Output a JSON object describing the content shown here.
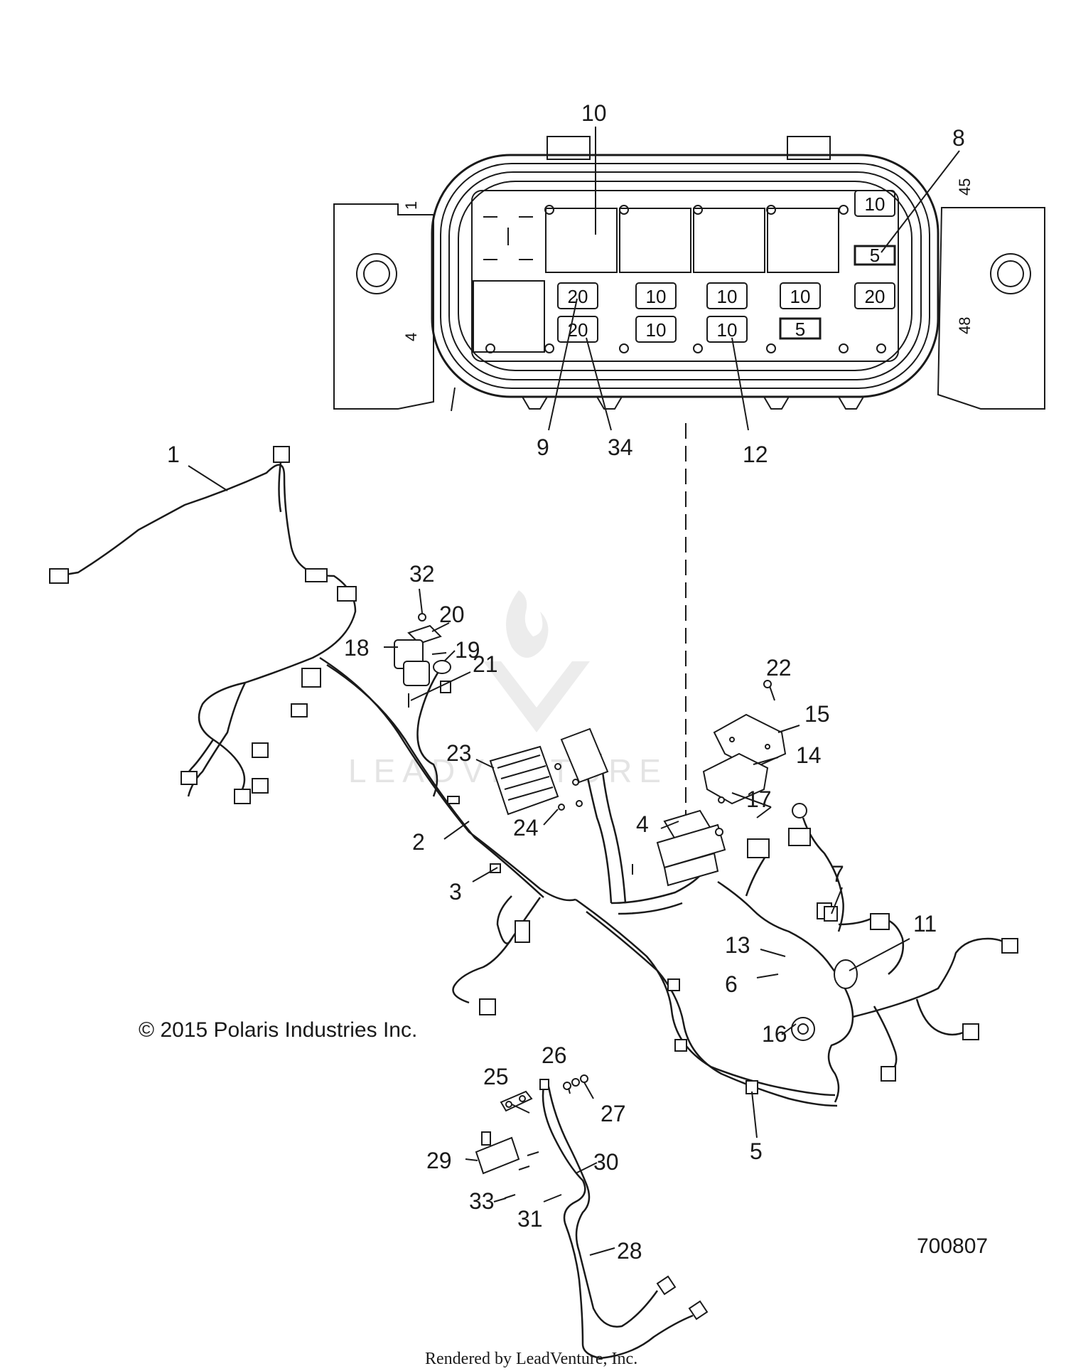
{
  "diagram": {
    "callouts": [
      {
        "id": "1",
        "text": "1"
      },
      {
        "id": "2",
        "text": "2"
      },
      {
        "id": "3",
        "text": "3"
      },
      {
        "id": "4",
        "text": "4"
      },
      {
        "id": "5",
        "text": "5"
      },
      {
        "id": "6",
        "text": "6"
      },
      {
        "id": "7",
        "text": "7"
      },
      {
        "id": "8",
        "text": "8"
      },
      {
        "id": "9",
        "text": "9"
      },
      {
        "id": "10",
        "text": "10"
      },
      {
        "id": "11",
        "text": "11"
      },
      {
        "id": "12",
        "text": "12"
      },
      {
        "id": "13",
        "text": "13"
      },
      {
        "id": "14",
        "text": "14"
      },
      {
        "id": "15",
        "text": "15"
      },
      {
        "id": "16",
        "text": "16"
      },
      {
        "id": "17",
        "text": "17"
      },
      {
        "id": "18",
        "text": "18"
      },
      {
        "id": "19",
        "text": "19"
      },
      {
        "id": "20",
        "text": "20"
      },
      {
        "id": "21",
        "text": "21"
      },
      {
        "id": "22",
        "text": "22"
      },
      {
        "id": "23",
        "text": "23"
      },
      {
        "id": "24",
        "text": "24"
      },
      {
        "id": "25",
        "text": "25"
      },
      {
        "id": "26",
        "text": "26"
      },
      {
        "id": "27",
        "text": "27"
      },
      {
        "id": "28",
        "text": "28"
      },
      {
        "id": "29",
        "text": "29"
      },
      {
        "id": "30",
        "text": "30"
      },
      {
        "id": "31",
        "text": "31"
      },
      {
        "id": "32",
        "text": "32"
      },
      {
        "id": "33",
        "text": "33"
      },
      {
        "id": "34",
        "text": "34"
      }
    ],
    "fuse_box": {
      "fuse_labels": {
        "r1": "10",
        "r2": "5",
        "m1": "20",
        "m2": "10",
        "m3": "10",
        "m4": "10",
        "m5": "20",
        "b1": "20",
        "b2": "10",
        "b3": "10",
        "b4": "5"
      },
      "pin_labels": {
        "top_left": "1",
        "bottom_left": "4",
        "top_right": "45",
        "bottom_right": "48"
      }
    },
    "copyright": "© 2015 Polaris Industries Inc.",
    "diagram_number": "700807",
    "watermark": "LEADVENTURE",
    "footer": "Rendered by LeadVenture, Inc."
  }
}
